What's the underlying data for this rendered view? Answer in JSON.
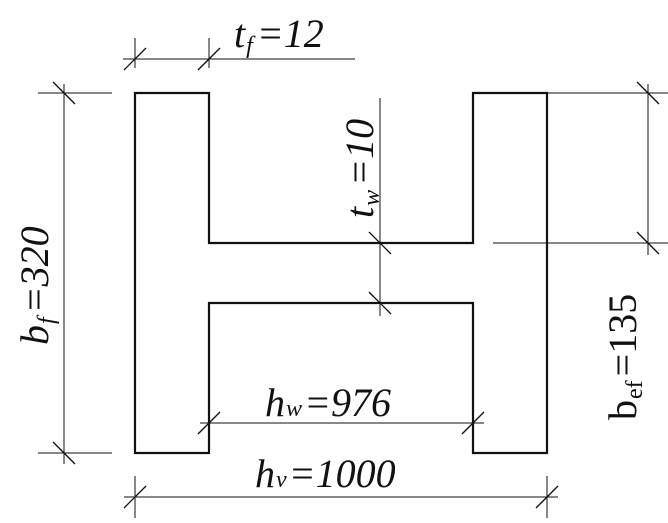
{
  "labels": {
    "tf": {
      "symbol": "t",
      "sub": "f",
      "eq": "=",
      "value": "12"
    },
    "tw": {
      "symbol": "t",
      "sub": "w",
      "eq": "=",
      "value": "10"
    },
    "bf": {
      "symbol": "b",
      "sub": "f",
      "eq": "=",
      "value": "320"
    },
    "bef": {
      "symbol": "b",
      "sub": "ef",
      "eq": "=",
      "value": "135"
    },
    "hw": {
      "symbol": "h",
      "sub": "w",
      "eq": "=",
      "value": "976"
    },
    "hv": {
      "symbol": "h",
      "sub": "v",
      "eq": "=",
      "value": "1000"
    }
  }
}
